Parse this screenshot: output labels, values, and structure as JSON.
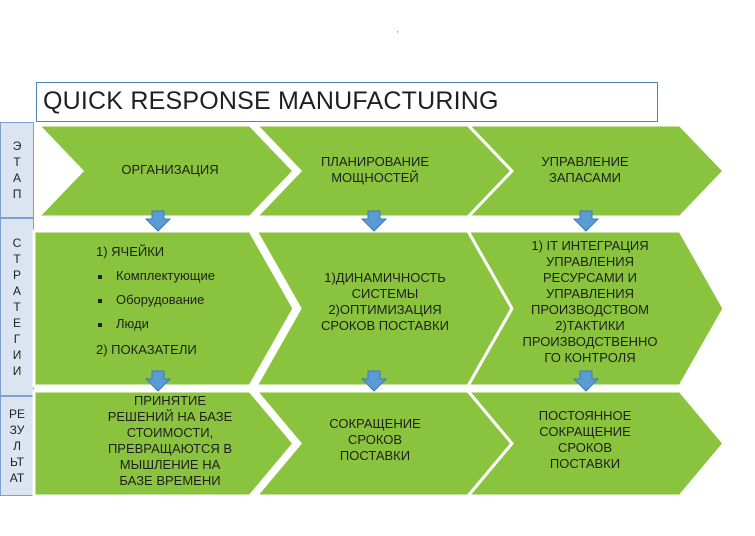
{
  "title": "QUICK RESPONSE MANUFACTURING",
  "header_mark": "'",
  "row_labels": {
    "stage": [
      "Э",
      "Т",
      "А",
      "П"
    ],
    "strategies": [
      "С",
      "Т",
      "Р",
      "А",
      "Т",
      "Е",
      "Г",
      "И",
      "И"
    ],
    "results": [
      "РЕ",
      "ЗУ",
      "Л",
      "ЬТ",
      "АТ"
    ]
  },
  "stages": [
    [
      "ОРГАНИЗАЦИЯ"
    ],
    [
      "ПЛАНИРОВАНИЕ",
      "МОЩНОСТЕЙ"
    ],
    [
      "УПРАВЛЕНИЕ",
      "ЗАПАСАМИ"
    ]
  ],
  "strategy_col1": {
    "item1": "1)    ЯЧЕЙКИ",
    "bullets": [
      "Комплектующие",
      "Оборудование",
      "Люди"
    ],
    "item2": "2) ПОКАЗАТЕЛИ"
  },
  "strategy_col2": [
    "1)ДИНАМИЧНОСТЬ",
    "СИСТЕМЫ",
    "2)ОПТИМИЗАЦИЯ",
    "СРОКОВ ПОСТАВКИ"
  ],
  "strategy_col3": [
    "1) IT ИНТЕГРАЦИЯ",
    "УПРАВЛЕНИЯ",
    "РЕСУРСАМИ И",
    "УПРАВЛЕНИЯ",
    "ПРОИЗВОДСТВОМ",
    "2)ТАКТИКИ",
    "ПРОИЗВОДСТВЕННО",
    "ГО КОНТРОЛЯ"
  ],
  "results": [
    [
      "ПРИНЯТИЕ",
      "РЕШЕНИЙ НА БАЗЕ",
      "СТОИМОСТИ,",
      "ПРЕВРАЩАЮТСЯ В",
      "МЫШЛЕНИЕ НА",
      "БАЗЕ ВРЕМЕНИ"
    ],
    [
      "СОКРАЩЕНИЕ",
      "СРОКОВ",
      "ПОСТАВКИ"
    ],
    [
      "ПОСТОЯННОЕ",
      "СОКРАЩЕНИЕ",
      "СРОКОВ",
      "ПОСТАВКИ"
    ]
  ],
  "colors": {
    "chevron_fill": "#8ac43f",
    "chevron_stroke": "#ffffff",
    "arrow_fill": "#5b9bd5",
    "label_col_bg": "#dbe5f1",
    "title_border": "#4f81bd"
  }
}
